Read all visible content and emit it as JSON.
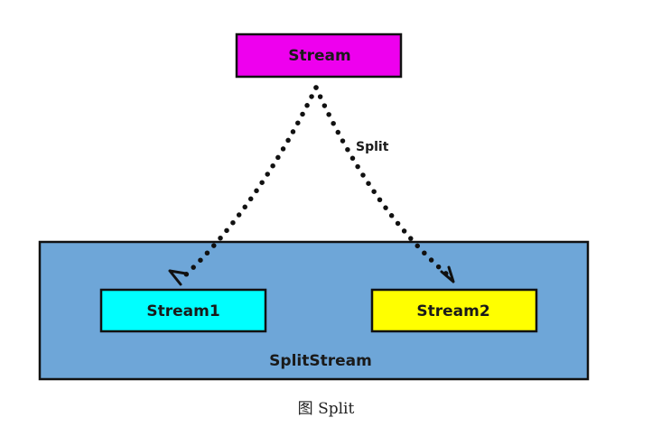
{
  "nodes": {
    "source": {
      "label": "Stream",
      "color": "#ee00ee"
    },
    "container": {
      "label": "SplitStream",
      "color": "#6ea6d8"
    },
    "out1": {
      "label": "Stream1",
      "color": "#00ffff"
    },
    "out2": {
      "label": "Stream2",
      "color": "#ffff00"
    }
  },
  "edges": [
    {
      "from": "Stream",
      "to": "Stream1",
      "style": "dotted-arrow"
    },
    {
      "from": "Stream",
      "to": "Stream2",
      "style": "dotted-arrow"
    }
  ],
  "edge_label": "Split",
  "caption": "图  Split"
}
